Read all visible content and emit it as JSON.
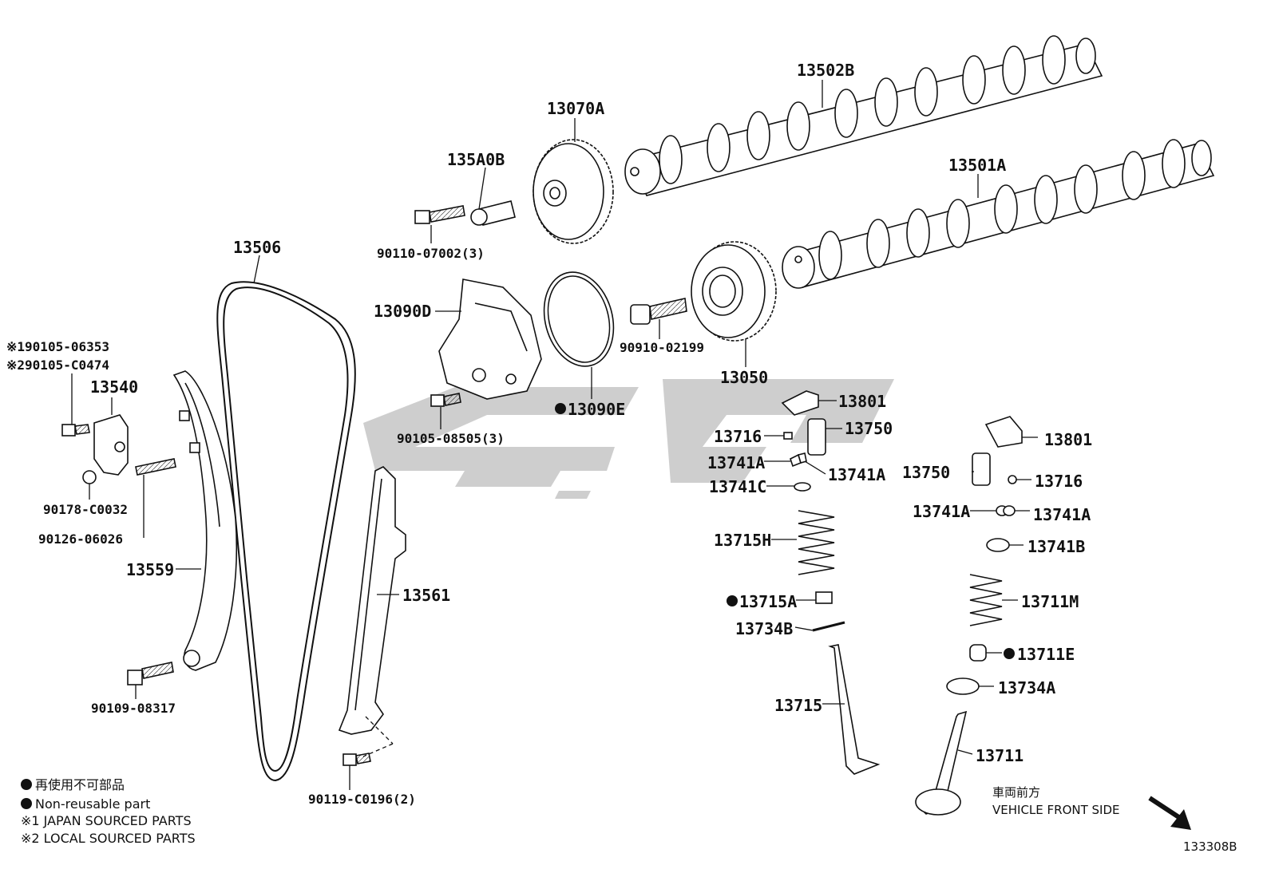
{
  "labels": {
    "p13502B": "13502B",
    "p13070A": "13070A",
    "p135A0B": "135A0B",
    "p90110": "90110-07002(3)",
    "p13501A": "13501A",
    "p13506": "13506",
    "p13090D": "13090D",
    "p90910": "90910-02199",
    "p13050": "13050",
    "p13090E": "13090E",
    "p90105_08505": "90105-08505(3)",
    "p13801a": "13801",
    "p13750a": "13750",
    "p13716a": "13716",
    "p13741Aa": "13741A",
    "p13741Ab": "13741A",
    "p13741C": "13741C",
    "p13801b": "13801",
    "p13750b": "13750",
    "p13716b": "13716",
    "p13741Ac": "13741A",
    "p13741Ad": "13741A",
    "p13741B": "13741B",
    "p13715H": "13715H",
    "p13715A": "13715A",
    "p13734B": "13734B",
    "p13711M": "13711M",
    "p13711E": "13711E",
    "p13734A": "13734A",
    "p13715": "13715",
    "p13711": "13711",
    "p13540": "13540",
    "p90105_06353": "※190105-06353",
    "p90105_C0474": "※290105-C0474",
    "p90178": "90178-C0032",
    "p90126": "90126-06026",
    "p13559": "13559",
    "p13561": "13561",
    "p90109": "90109-08317",
    "p90119": "90119-C0196(2)"
  },
  "legend": {
    "jp_non_reusable": "再使用不可部品",
    "non_reusable": "Non-reusable part",
    "japan_sourced": "※1 JAPAN SOURCED PARTS",
    "local_sourced": "※2 LOCAL SOURCED PARTS"
  },
  "direction": {
    "jp": "車両前方",
    "en": "VEHICLE FRONT SIDE",
    "icon": "arrow-down-right-icon"
  },
  "diagram_code": "133308B",
  "watermark_color": "#c8c8c8"
}
